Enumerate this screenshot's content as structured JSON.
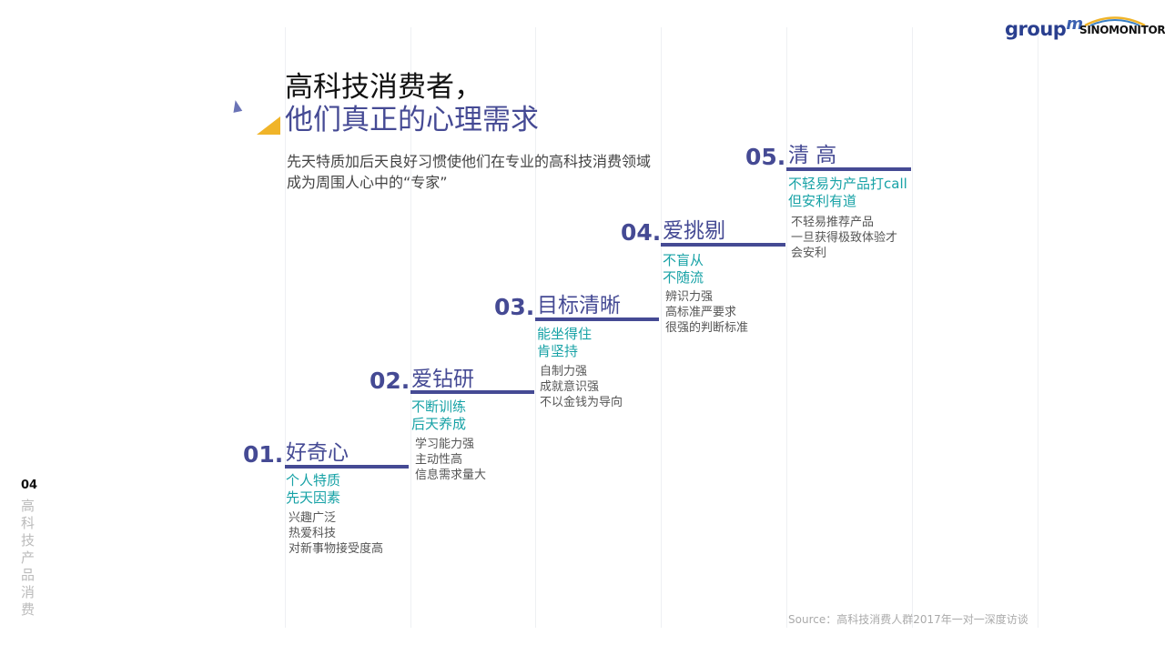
{
  "header": {
    "title_line1": "高科技消费者，",
    "title_line2": "他们真正的心理需求",
    "subtitle_line1": "先天特质加后天良好习惯使他们在专业的高科技消费领域",
    "subtitle_line2": "成为周围人心中的“专家”"
  },
  "logos": {
    "groupm_text": "group",
    "groupm_m": "m",
    "sinomonitor": "SINOMONITOR"
  },
  "steps": [
    {
      "num": "01.",
      "title": "好奇心",
      "teal": [
        "个人特质",
        "先天因素"
      ],
      "desc": [
        "兴趣广泛",
        "热爱科技",
        "对新事物接受度高"
      ]
    },
    {
      "num": "02.",
      "title": "爱钻研",
      "teal": [
        "不断训练",
        "后天养成"
      ],
      "desc": [
        "学习能力强",
        "主动性高",
        "信息需求量大"
      ]
    },
    {
      "num": "03.",
      "title": "目标清晰",
      "teal": [
        "能坐得住",
        "肯坚持"
      ],
      "desc": [
        "自制力强",
        "成就意识强",
        "不以金钱为导向"
      ]
    },
    {
      "num": "04.",
      "title": "爱挑剔",
      "teal": [
        "不盲从",
        "不随流"
      ],
      "desc": [
        "辨识力强",
        "高标准严要求",
        "很强的判断标准"
      ]
    },
    {
      "num": "05.",
      "title": "清 高",
      "teal": [
        "不轻易为产品打call",
        "但安利有道"
      ],
      "desc": [
        "不轻易推荐产品",
        "一旦获得极致体验才",
        "会安利"
      ]
    }
  ],
  "sidebar": {
    "page_number": "04",
    "section_label": "高科技产品消费"
  },
  "footer": {
    "source": "Source：高科技消费人群2017年一对一深度访谈"
  },
  "colors": {
    "accent": "#454a94",
    "teal": "#17a2a6",
    "yellow": "#f0b429"
  }
}
